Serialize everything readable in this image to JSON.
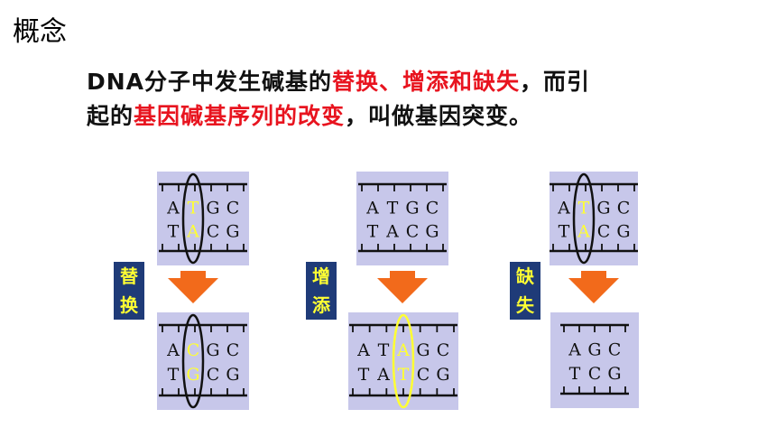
{
  "title": "概念",
  "paragraph": {
    "line1": [
      {
        "text": "DNA分子中发生碱基的",
        "red": false
      },
      {
        "text": "替换、增添和缺失",
        "red": true
      },
      {
        "text": "，而引",
        "red": false
      }
    ],
    "line2": [
      {
        "text": "起的",
        "red": false
      },
      {
        "text": "基因碱基序列的改变",
        "red": true
      },
      {
        "text": "，叫做基因突变。",
        "red": false
      }
    ]
  },
  "colors": {
    "panel": "#c7c7ea",
    "label_bg": "#1f3b78",
    "label_text": "#ffff33",
    "arrow": "#f26a1b",
    "highlight": "#ffff33",
    "red": "#e8141f"
  },
  "groups": [
    {
      "label_chars": [
        "替",
        "换"
      ],
      "before": {
        "top": [
          "A",
          "T",
          "G",
          "C"
        ],
        "bottom": [
          "T",
          "A",
          "C",
          "G"
        ],
        "highlight": 1,
        "ellipse": "black"
      },
      "after": {
        "top": [
          "A",
          "C",
          "G",
          "C"
        ],
        "bottom": [
          "T",
          "G",
          "C",
          "G"
        ],
        "highlight": 1,
        "ellipse": "black"
      }
    },
    {
      "label_chars": [
        "增",
        "添"
      ],
      "before": {
        "top": [
          "A",
          "T",
          "G",
          "C"
        ],
        "bottom": [
          "T",
          "A",
          "C",
          "G"
        ],
        "highlight": -1,
        "ellipse": "none"
      },
      "after": {
        "top": [
          "A",
          "T",
          "A",
          "G",
          "C"
        ],
        "bottom": [
          "T",
          "A",
          "T",
          "C",
          "G"
        ],
        "highlight": 2,
        "ellipse": "yellow"
      }
    },
    {
      "label_chars": [
        "缺",
        "失"
      ],
      "before": {
        "top": [
          "A",
          "T",
          "G",
          "C"
        ],
        "bottom": [
          "T",
          "A",
          "C",
          "G"
        ],
        "highlight": 1,
        "ellipse": "black"
      },
      "after": {
        "top": [
          "A",
          "G",
          "C"
        ],
        "bottom": [
          "T",
          "C",
          "G"
        ],
        "highlight": -1,
        "ellipse": "none"
      }
    }
  ]
}
